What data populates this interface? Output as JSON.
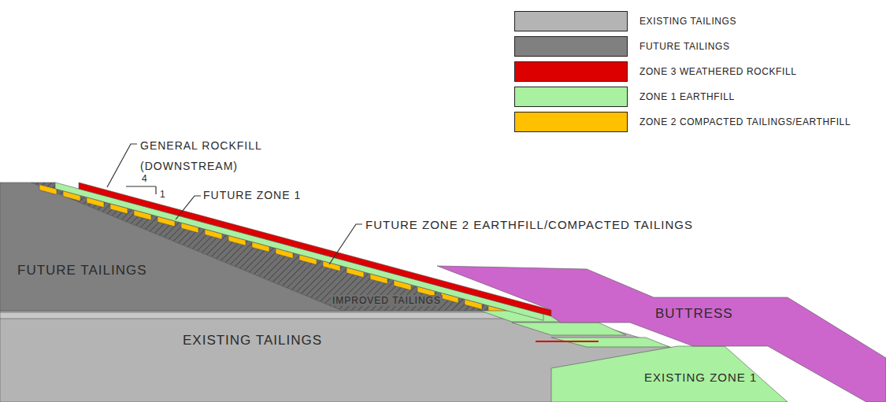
{
  "diagram": {
    "labels": [
      "GENERAL ROCKFILL (DOWNSTREAM)",
      "4",
      "1",
      "FUTURE ZONE 1",
      "FUTURE ZONE 2 EARTHFILL/COMPACTED TAILINGS",
      "FUTURE TAILINGS",
      "IMPROVED TAILINGS",
      "BUTTRESS",
      "EXISTING TAILINGS",
      "EXISTING ZONE 1"
    ],
    "legend": [
      {
        "text": "EXISTING TAILINGS",
        "color": "#b4b4b4"
      },
      {
        "text": "FUTURE TAILINGS",
        "color": "#808080"
      },
      {
        "text": "ZONE 3 WEATHERED ROCKFILL",
        "color": "#dd0000"
      },
      {
        "text": "ZONE 1 EARTHFILL",
        "color": "#a9f0a0"
      },
      {
        "text": "ZONE 2 COMPACTED TAILINGS/EARTHFILL",
        "color": "#ffc000"
      }
    ]
  }
}
